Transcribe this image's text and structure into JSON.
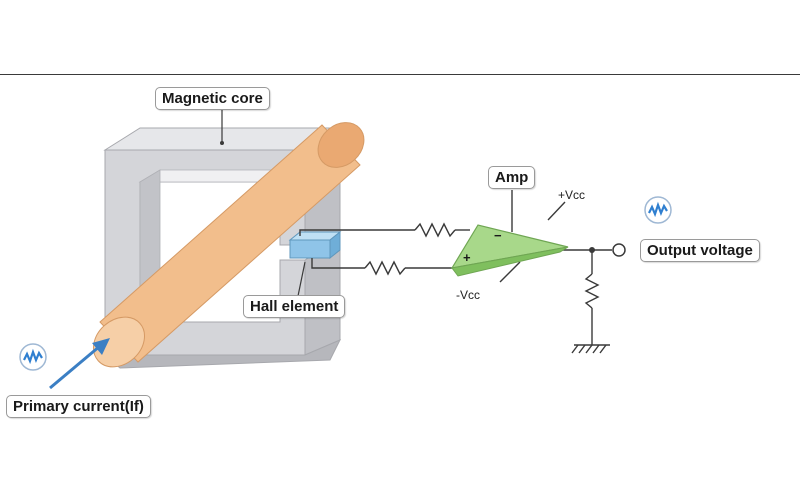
{
  "labels": {
    "magnetic_core": "Magnetic core",
    "hall_element": "Hall element",
    "amp": "Amp",
    "plus_vcc": "+Vcc",
    "minus_vcc": "-Vcc",
    "output_voltage": "Output voltage",
    "primary_current": "Primary current(If)",
    "opamp_minus": "−",
    "opamp_plus": "+"
  },
  "colors": {
    "core": "#d4d5d9",
    "core_edge": "#a7a8ad",
    "conductor": "#f2be8c",
    "conductor_end": "#f6cfa7",
    "hall": "#8fc4e8",
    "amp": "#a8d88a",
    "arrow": "#3b7fc4",
    "wire": "#3a3a3a",
    "icon": "#2f7fd0"
  },
  "icons": [
    "waveform-icon",
    "waveform-icon"
  ]
}
